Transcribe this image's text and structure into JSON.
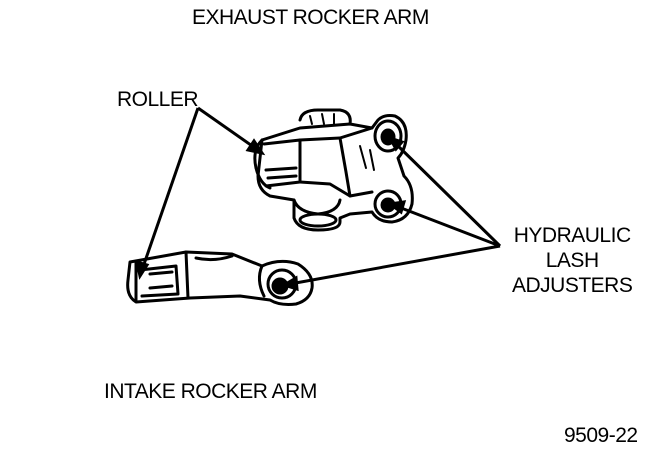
{
  "labels": {
    "exhaust_title": "EXHAUST ROCKER ARM",
    "roller": "ROLLER",
    "hla_line1": "HYDRAULIC",
    "hla_line2": "LASH",
    "hla_line3": "ADJUSTERS",
    "intake_title": "INTAKE ROCKER ARM",
    "figure_number": "9509-22"
  },
  "colors": {
    "ink": "#000000",
    "paper": "#ffffff"
  }
}
